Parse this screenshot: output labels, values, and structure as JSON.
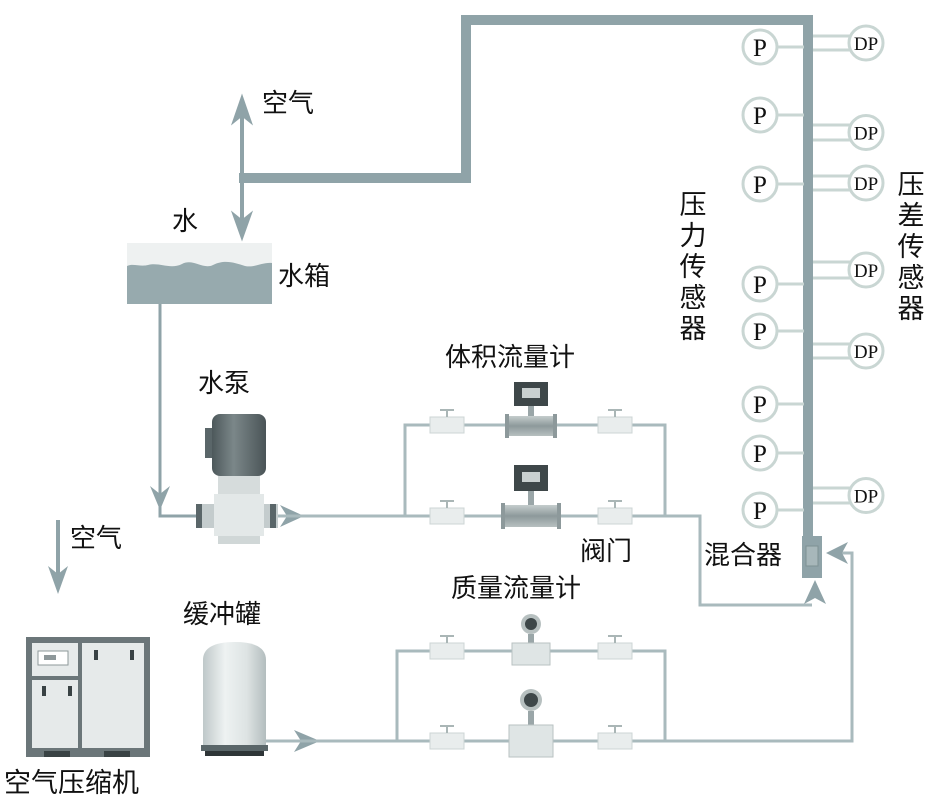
{
  "title": "气液两相流实验系统示意图",
  "labels": {
    "air_top": "空气",
    "water": "水",
    "water_tank": "水箱",
    "water_pump": "水泵",
    "volume_flowmeter": "体积流量计",
    "valve": "阀门",
    "mass_flowmeter": "质量流量计",
    "mixer": "混合器",
    "air_left": "空气",
    "buffer_tank": "缓冲罐",
    "air_compressor": "空气压缩机",
    "pressure_sensor": "压力传感器",
    "diff_pressure_sensor": "压差传感器"
  },
  "pressure_sensors": [
    {
      "text": "P"
    },
    {
      "text": "P"
    },
    {
      "text": "P"
    },
    {
      "text": "P"
    },
    {
      "text": "P"
    },
    {
      "text": "P"
    },
    {
      "text": "P"
    },
    {
      "text": "P"
    }
  ],
  "dp_sensors": [
    {
      "text": "DP"
    },
    {
      "text": "DP"
    },
    {
      "text": "DP"
    },
    {
      "text": "DP"
    },
    {
      "text": "DP"
    },
    {
      "text": "DP"
    }
  ],
  "colors": {
    "pipe": "#8fa3a8",
    "pipe_light": "#a9babd",
    "sensor_ring": "#c9d6d3",
    "tank_water": "#97aaae",
    "tank_air": "#eef1f1",
    "equipment_dark": "#5f6b6e",
    "equipment_light": "#e8ecec"
  }
}
